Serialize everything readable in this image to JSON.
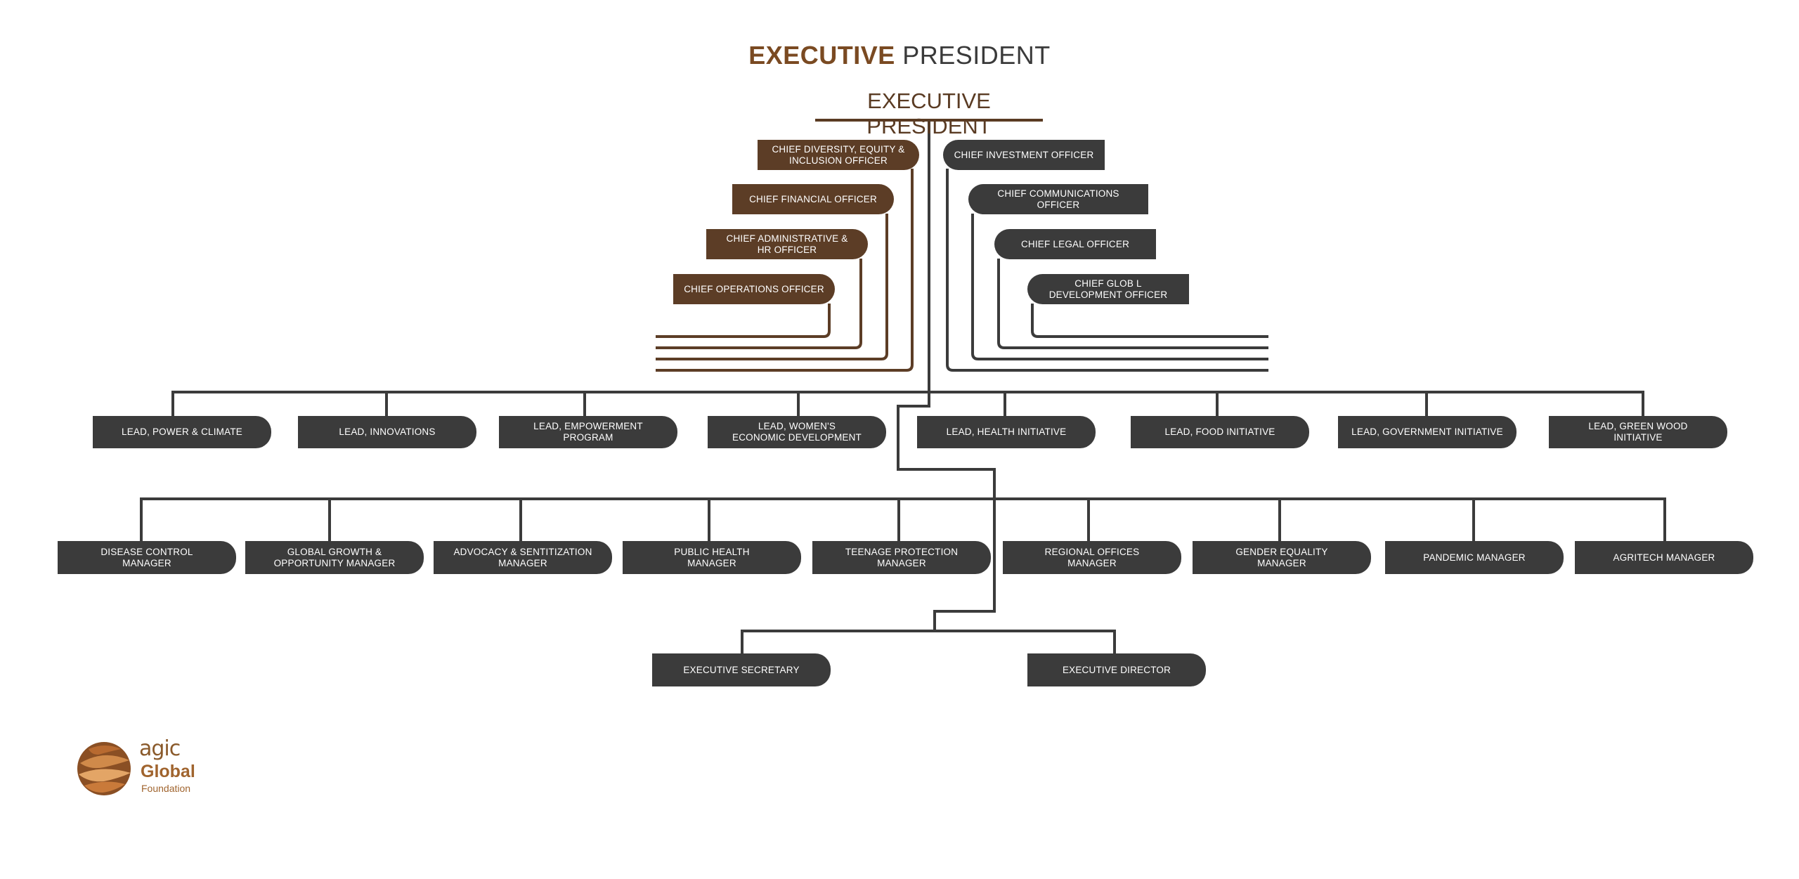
{
  "header": {
    "title_strong": "EXECUTIVE",
    "title_rest": "PRESIDENT",
    "root_label": "EXECUTIVE PRESIDENT"
  },
  "chiefs_left": [
    {
      "label": "CHIEF DIVERSITY, EQUITY &\nINCLUSION OFFICER"
    },
    {
      "label": "CHIEF FINANCIAL OFFICER"
    },
    {
      "label": "CHIEF ADMINISTRATIVE &\nHR OFFICER"
    },
    {
      "label": "CHIEF OPERATIONS OFFICER"
    }
  ],
  "chiefs_right": [
    {
      "label": "CHIEF INVESTMENT OFFICER"
    },
    {
      "label": "CHIEF COMMUNICATIONS OFFICER"
    },
    {
      "label": "CHIEF LEGAL OFFICER"
    },
    {
      "label": "CHIEF GLOB  L\nDEVELOPMENT OFFICER"
    }
  ],
  "leads": [
    {
      "label": "LEAD, POWER & CLIMATE"
    },
    {
      "label": "LEAD,  INNOVATIONS"
    },
    {
      "label": "LEAD,  EMPOWERMENT PROGRAM"
    },
    {
      "label": "LEAD, WOMEN'S\nECONOMIC DEVELOPMENT"
    },
    {
      "label": "LEAD, HEALTH INITIATIVE"
    },
    {
      "label": "LEAD,  FOOD INITIATIVE"
    },
    {
      "label": "LEAD,  GOVERNMENT INITIATIVE"
    },
    {
      "label": "LEAD, GREEN WOOD\nINITIATIVE"
    }
  ],
  "managers": [
    {
      "label": "DISEASE CONTROL\nMANAGER"
    },
    {
      "label": "GLOBAL GROWTH &\nOPPORTUNITY MANAGER"
    },
    {
      "label": "ADVOCACY & SENTITIZATION\nMANAGER"
    },
    {
      "label": "PUBLIC HEALTH\nMANAGER"
    },
    {
      "label": "TEENAGE PROTECTION\nMANAGER"
    },
    {
      "label": "REGIONAL OFFICES\nMANAGER"
    },
    {
      "label": "GENDER EQUALITY\nMANAGER"
    },
    {
      "label": "PANDEMIC MANAGER"
    },
    {
      "label": "AGRITECH MANAGER"
    }
  ],
  "executives": [
    {
      "label": "EXECUTIVE SECRETARY"
    },
    {
      "label": "EXECUTIVE DIRECTOR"
    }
  ],
  "logo": {
    "agic": "agic",
    "global": "Global",
    "foundation": "Foundation"
  },
  "colors": {
    "dark_node": "#3b3b3b",
    "brown_node": "#5c3d26",
    "title_accent": "#7a4a22"
  }
}
